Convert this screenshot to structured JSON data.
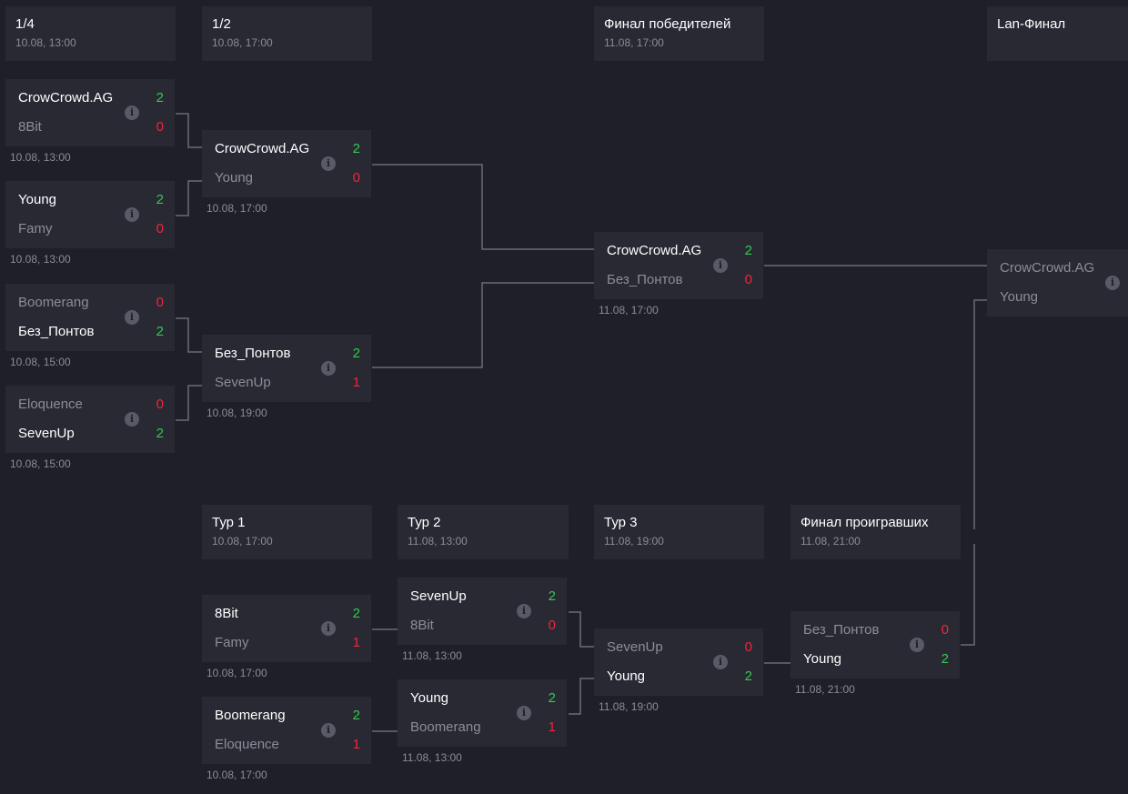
{
  "headers": [
    {
      "title": "1/4",
      "date": "10.08, 13:00"
    },
    {
      "title": "1/2",
      "date": "10.08, 17:00"
    },
    {
      "title": "Финал победителей",
      "date": "11.08, 17:00"
    },
    {
      "title": "Lan-Финал",
      "date": ""
    },
    {
      "title": "Тур 1",
      "date": "10.08, 17:00"
    },
    {
      "title": "Тур 2",
      "date": "11.08, 13:00"
    },
    {
      "title": "Тур 3",
      "date": "11.08, 19:00"
    },
    {
      "title": "Финал проигравших",
      "date": "11.08, 21:00"
    }
  ],
  "matches": [
    {
      "t1": "CrowCrowd.AG",
      "s1": "2",
      "t2": "8Bit",
      "s2": "0",
      "date": "10.08, 13:00",
      "winner": 1
    },
    {
      "t1": "Young",
      "s1": "2",
      "t2": "Famy",
      "s2": "0",
      "date": "10.08, 13:00",
      "winner": 1
    },
    {
      "t1": "Boomerang",
      "s1": "0",
      "t2": "Без_Понтов",
      "s2": "2",
      "date": "10.08, 15:00",
      "winner": 2
    },
    {
      "t1": "Eloquence",
      "s1": "0",
      "t2": "SevenUp",
      "s2": "2",
      "date": "10.08, 15:00",
      "winner": 2
    },
    {
      "t1": "CrowCrowd.AG",
      "s1": "2",
      "t2": "Young",
      "s2": "0",
      "date": "10.08, 17:00",
      "winner": 1
    },
    {
      "t1": "Без_Понтов",
      "s1": "2",
      "t2": "SevenUp",
      "s2": "1",
      "date": "10.08, 19:00",
      "winner": 1
    },
    {
      "t1": "CrowCrowd.AG",
      "s1": "2",
      "t2": "Без_Понтов",
      "s2": "0",
      "date": "11.08, 17:00",
      "winner": 1
    },
    {
      "t1": "CrowCrowd.AG",
      "s1": "",
      "t2": "Young",
      "s2": "",
      "date": "",
      "winner": 0
    },
    {
      "t1": "8Bit",
      "s1": "2",
      "t2": "Famy",
      "s2": "1",
      "date": "10.08, 17:00",
      "winner": 1
    },
    {
      "t1": "Boomerang",
      "s1": "2",
      "t2": "Eloquence",
      "s2": "1",
      "date": "10.08, 17:00",
      "winner": 1
    },
    {
      "t1": "SevenUp",
      "s1": "2",
      "t2": "8Bit",
      "s2": "0",
      "date": "11.08, 13:00",
      "winner": 1
    },
    {
      "t1": "Young",
      "s1": "2",
      "t2": "Boomerang",
      "s2": "1",
      "date": "11.08, 13:00",
      "winner": 1
    },
    {
      "t1": "SevenUp",
      "s1": "0",
      "t2": "Young",
      "s2": "2",
      "date": "11.08, 19:00",
      "winner": 2
    },
    {
      "t1": "Без_Понтов",
      "s1": "0",
      "t2": "Young",
      "s2": "2",
      "date": "11.08, 21:00",
      "winner": 2
    }
  ],
  "colors": {
    "background": "#1f1f27",
    "card": "#282933",
    "win_score": "#35c94e",
    "lose_score": "#f0263c",
    "connector": "#6b6c78"
  },
  "icons": {
    "info": "info-icon"
  }
}
